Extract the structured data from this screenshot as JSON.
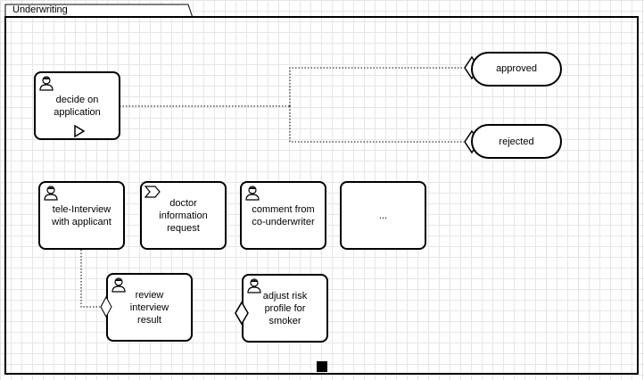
{
  "frame": {
    "title": "Underwriting"
  },
  "tasks": [
    {
      "id": "decide",
      "label": "decide on\napplication",
      "icon": "user-icon",
      "marker": "play-marker-icon"
    },
    {
      "id": "tele",
      "label": "tele-Interview\nwith applicant",
      "icon": "user-icon"
    },
    {
      "id": "doctor",
      "label": "doctor\ninformation\nrequest",
      "icon": "send-flag-icon"
    },
    {
      "id": "comment",
      "label": "comment from\nco-underwriter",
      "icon": "user-icon"
    },
    {
      "id": "more",
      "label": "..."
    },
    {
      "id": "review",
      "label": "review\ninterview\nresult",
      "icon": "user-icon"
    },
    {
      "id": "adjust",
      "label": "adjust risk\nprofile for\nsmoker",
      "icon": "user-icon"
    }
  ],
  "outcomes": [
    {
      "id": "approved",
      "label": "approved"
    },
    {
      "id": "rejected",
      "label": "rejected"
    }
  ],
  "colors": {
    "stroke": "#000000",
    "grid": "#e6e6e6",
    "background": "#ffffff"
  }
}
